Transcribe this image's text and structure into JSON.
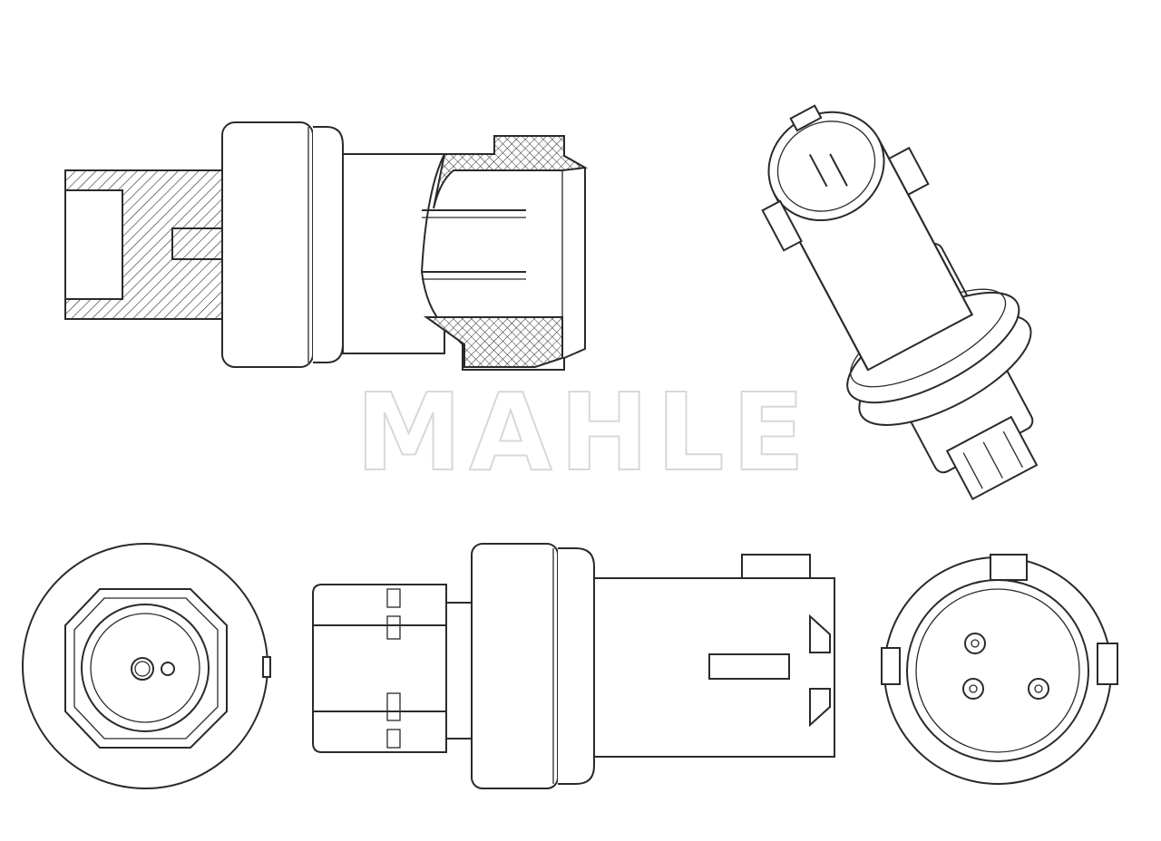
{
  "watermark": {
    "text": "MAHLE",
    "color": "#d8d8d8"
  },
  "line_color": "#2a2a2a",
  "views": [
    {
      "name": "sectional-side-view"
    },
    {
      "name": "isometric-view"
    },
    {
      "name": "front-port-view"
    },
    {
      "name": "side-view"
    },
    {
      "name": "connector-end-view"
    }
  ]
}
